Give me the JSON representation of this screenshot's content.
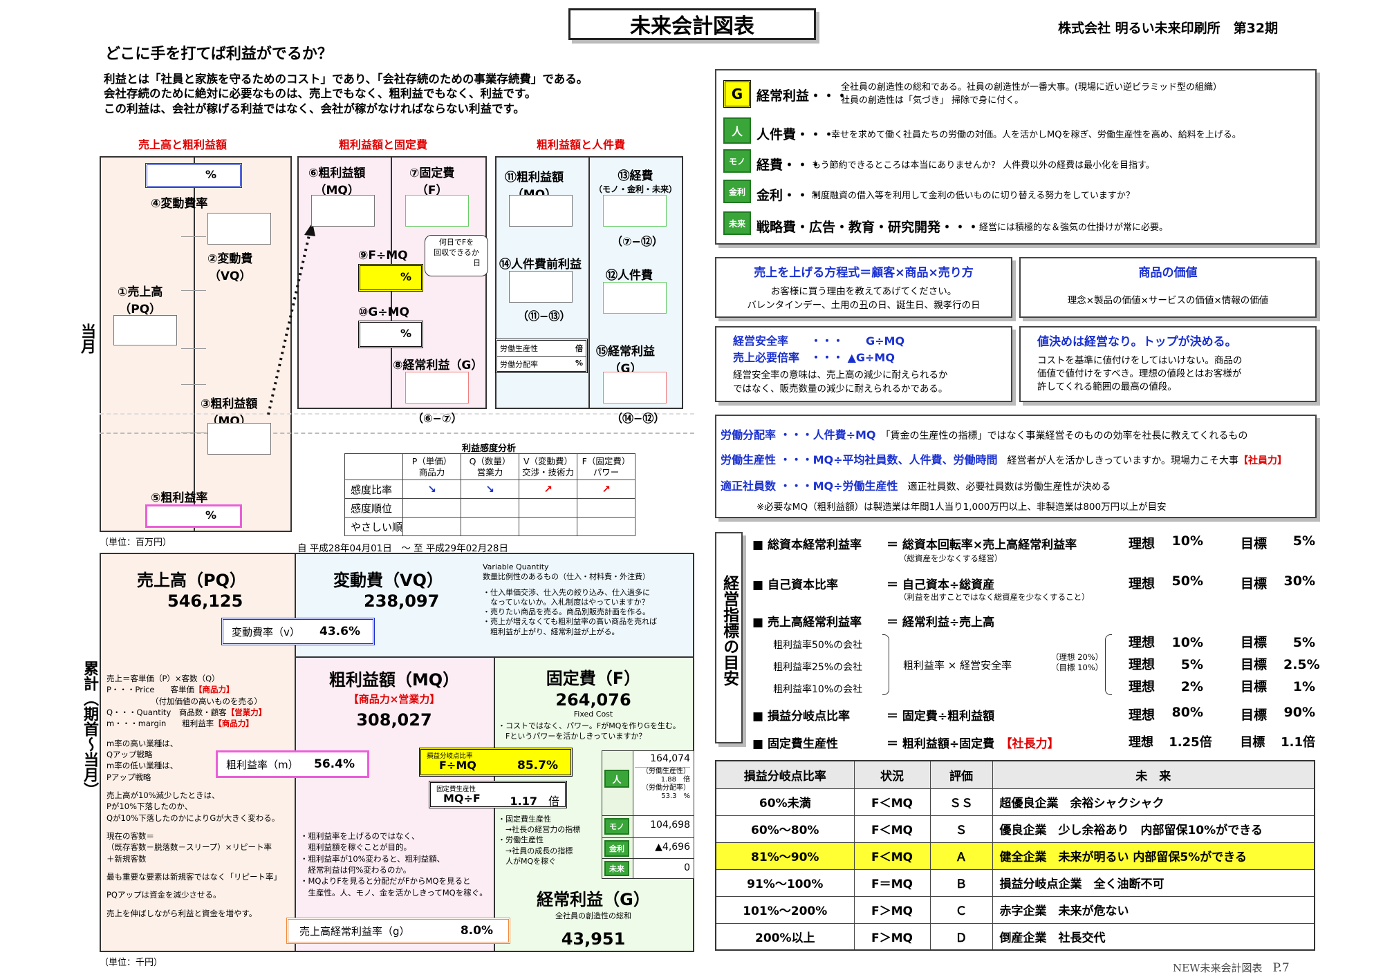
{
  "header": {
    "title": "未来会計図表",
    "company": "株式会社 明るい未来印刷所",
    "period": "第32期",
    "question": "どこに手を打てば利益がでるか？",
    "intro": [
      "利益とは「社員と家族を守るためのコスト」であり、「会社存続のための事業存続費」である。",
      "会社存続のために絶対に必要なものは、売上でもなく、粗利益でもなく、利益です。",
      "この利益は、会社が稼げる利益ではなく、会社が稼がなければならない利益です。"
    ]
  },
  "top": {
    "sec1": "売上高と粗利益額",
    "sec2": "粗利益額と固定費",
    "sec3": "粗利益額と人件費",
    "month": "当月",
    "pct": "%",
    "l4": "④変動費率",
    "l2a": "②変動費",
    "l2b": "（VQ）",
    "l1a": "①売上高",
    "l1b": "（PQ）",
    "l3a": "③粗利益額",
    "l3b": "（MQ）",
    "l5": "⑤粗利益率",
    "l6a": "⑥粗利益額",
    "l6b": "（MQ）",
    "l7a": "⑦固定費",
    "l7b": "（F）",
    "l9": "⑨F÷MQ",
    "l10": "⑩G÷MQ",
    "l8": "⑧経常利益（G）",
    "l67": "（⑥−⑦）",
    "bubble": [
      "何日でFを",
      "回収できるか",
      "日"
    ],
    "l11a": "⑪粗利益額",
    "l11b": "（MQ）",
    "l13a": "⑬経費",
    "l13b": "（モノ・金利・未来）",
    "l712": "（⑦−⑫）",
    "l14": "⑭人件費前利益",
    "l1113": "（⑪−⑬）",
    "l12": "⑫人件費",
    "lp": "労働生産性",
    "lpu": "倍",
    "ld": "労働分配率",
    "ldu": "%",
    "l15a": "⑮経常利益",
    "l15b": "（G）",
    "l1412": "（⑭−⑫）",
    "sens_title": "利益感度分析",
    "sens_cols": [
      [
        "P（単価）",
        "商品力"
      ],
      [
        "Q（数量）",
        "営業力"
      ],
      [
        "V（変動費）",
        "交渉・技術力"
      ],
      [
        "F（固定費）",
        "パワー"
      ]
    ],
    "sens_rows": [
      "感度比率",
      "感度順位",
      "やさしい順"
    ],
    "unit": "（単位：百万円）",
    "date": "自 平成28年04月01日　～ 至 平成29年02月28日"
  },
  "bottom": {
    "pq_label": "売上高（PQ）",
    "pq": "546,125",
    "vq_label": "変動費（VQ）",
    "vq": "238,097",
    "vq_note": [
      "Variable Quantity",
      "数量比例性のあるもの（仕入・材料費・外注費）",
      "",
      "・仕入単価交渉、仕入先の絞り込み、仕入過多に",
      "　なっていないか。入札制度はやっていますか？",
      "・売りたい商品を売る。商品別販売計画を作る。",
      "・売上が増えなくても粗利益率の高い商品を売れば",
      "　粗利益が上がり、経常利益が上がる。"
    ],
    "vr_label": "変動費率（v）",
    "vr": "43.6%",
    "cum": "累計（期首〜当月）",
    "left_notes_a": [
      "売上＝客単価（P）×客数（Q）",
      "P・・・Price　　客単価"
    ],
    "tag_shohin": "【商品力】",
    "tag_eigyo": "【営業力】",
    "left_note_paren": "（付加価値の高いものを売る）",
    "left_note_q": "Q・・・Quantity　商品数・顧客",
    "left_note_m": "m・・・margin　　粗利益率",
    "left_notes_b": [
      "m率の高い業種は、",
      "Qアップ戦略",
      "m率の低い業種は、",
      "Pアップ戦略"
    ],
    "left_notes_c": [
      "売上高が10%減少したときは、",
      "Pが10%下落したのか、",
      "Qが10%下落したのかによりGが大きく変わる。"
    ],
    "left_notes_d": [
      "現在の客数＝",
      "（既存客数－脱落数－スリープ）×リピート率",
      "＋新規客数"
    ],
    "left_notes_e": "最も重要な要素は新規客ではなく「リピート率」",
    "left_notes_f": "PQアップは資金を減少させる。",
    "left_notes_g": "売上を伸ばしながら利益と資金を増やす。",
    "mq_label": "粗利益額（MQ）",
    "mq_tag": "【商品力×営業力】",
    "mq": "308,027",
    "gr_label": "粗利益率（m）",
    "gr": "56.4%",
    "mq_notes": [
      "・粗利益率を上げるのではなく、",
      "　粗利益額を稼ぐことが目的。",
      "・粗利益率が10%変わると、粗利益額、",
      "　経常利益は何%変わるのか。",
      "・MQよりFを見ると分配だがFからMQを見ると",
      "　生産性。人、モノ、金を活かしきってMQを稼ぐ。"
    ],
    "gs_label": "売上高経常利益率（g）",
    "gs": "8.0%",
    "f_label": "固定費（F）",
    "f": "264,076",
    "f_sub": "Fixed Cost",
    "f_notes": [
      "・コストではなく、パワー。FがMQを作りGを生む。",
      "　Fというパワーを活かしきっていますか？"
    ],
    "bep_small": "損益分岐点比率",
    "bep_label": "F÷MQ",
    "bep": "85.7%",
    "fp_small": "固定費生産性",
    "fp_label": "MQ÷F",
    "fp": "1.17",
    "fp_unit": "倍",
    "f_notes2": [
      "・固定費生産性",
      "　→社長の経営力の指標",
      "・労働生産性",
      "　→社員の成長の指標",
      "　人がMQを稼ぐ"
    ],
    "icon_hito": "人",
    "icon_mono": "モノ",
    "icon_kinri": "金利",
    "icon_mirai": "未来",
    "hito": "164,074",
    "lp_label": "（労働生産性）",
    "lp": "1.88",
    "lp_unit": "倍",
    "ld_label": "（労働分配率）",
    "ld": "53.3",
    "ld_unit": "%",
    "mono": "104,698",
    "kinri": "▲4,696",
    "mirai": "0",
    "g_label": "経常利益（G）",
    "g_sub": "全社員の創造性の総和",
    "g": "43,951",
    "unit": "（単位：千円）"
  },
  "right": {
    "g_icon": "G",
    "g_label": "経常利益・・・",
    "g_desc": [
      "全社員の創造性の総和である。社員の創造性が一番大事。(現場に近い逆ピラミッド型の組織）",
      "社員の創造性は「気づき」 掃除で身に付く。"
    ],
    "p_icon": "人",
    "p_label": "人件費・・・",
    "p_desc": "幸せを求めて働く社員たちの労働の対価。人を活かしMQを稼ぎ、労働生産性を高め、給料を上げる。",
    "m_icon": "モノ",
    "m_label": "経費・・・",
    "m_desc": "もう節約できるところは本当にありませんか？ 人件費以外の経費は最小化を目指す。",
    "k_icon": "金利",
    "k_label": "金利・・・",
    "k_desc": "制度融資の借入等を利用して金利の低いものに切り替える努力をしていますか？",
    "f_icon": "未来",
    "f_label": "戦略費・広告・教育・研究開発・・・",
    "f_desc": "経営には積極的な＆強気の仕掛けが常に必要。",
    "eq_title": "売上を上げる方程式＝顧客×商品×売り方",
    "eq_desc": [
      "お客様に買う理由を教えてあげてください。",
      "バレンタインデー、土用の丑の日、誕生日、親孝行の日"
    ],
    "val_title": "商品の価値",
    "val_desc": "理念×製品の価値×サービスの価値×情報の価値",
    "safe1": "経営安全率　　・・・　　G÷MQ",
    "safe2": "売上必要倍率　・・・ ▲G÷MQ",
    "safe_desc": [
      "経営安全率の意味は、売上高の減少に耐えられるか",
      "ではなく、販売数量の減少に耐えられるかである。"
    ],
    "price_title": "値決めは経営なり。トップが決める。",
    "price_desc": [
      "コストを基準に値付けをしてはいけない。商品の",
      "価値で値付けをすべき。理想の値段とはお客様が",
      "許してくれる範囲の最高の値段。"
    ],
    "ld_line": "労働分配率 ・・・人件費÷MQ",
    "ld_desc": "「賃金の生産性の指標」ではなく事業経営そのものの効率を社長に教えてくれるもの",
    "lp_line": "労働生産性 ・・・MQ÷平均社員数、人件費、労働時間",
    "lp_desc": "経営者が人を活かしきっていますか。現場力こそ大事",
    "lp_tag": "【社員力】",
    "tk_line": "適正社員数 ・・・MQ÷労働生産性",
    "tk_desc": "適正社員数、必要社員数は労働生産性が決める",
    "tk_note": "※必要なMQ（粗利益額）は製造業は年間1人当り1,000万円以上、非製造業は800万円以上が目安",
    "indicators_title": "経営指標の目安",
    "ind1": "■ 総資本経常利益率",
    "ind1f": "＝ 総資本回転率×売上高経常利益率",
    "ind1n": "（総資産を少なくする経営）",
    "ind1r": "10%",
    "ind1t": "5%",
    "ind2": "■ 自己資本比率",
    "ind2f": "＝ 自己資本÷総資産",
    "ind2n": "（利益を出すことではなく総資産を少なくすること）",
    "ind2r": "50%",
    "ind2t": "30%",
    "ind3": "■ 売上高経常利益率",
    "ind3f": "＝ 経常利益÷売上高",
    "ind3a": "粗利益率50%の会社",
    "ind3b": "粗利益率25%の会社",
    "ind3c": "粗利益率10%の会社",
    "ind3m": "粗利益率 × 経営安全率",
    "ind3i": "（理想 20%）",
    "ind3j": "（目標 10%）",
    "ind3ar": "10%",
    "ind3at": "5%",
    "ind3br": "5%",
    "ind3bt": "2.5%",
    "ind3cr": "2%",
    "ind3ct": "1%",
    "ind4": "■ 損益分岐点比率",
    "ind4f": "＝ 固定費÷粗利益額",
    "ind4r": "80%",
    "ind4t": "90%",
    "ind5": "■ 固定費生産性",
    "ind5f": "＝ 粗利益額÷固定費",
    "ind5tag": "【社長力】",
    "ind5r": "1.25倍",
    "ind5t": "1.1倍",
    "ideal": "理想",
    "target": "目標",
    "bep_table": {
      "headers": [
        "損益分岐点比率",
        "状況",
        "評価",
        "未　来"
      ],
      "rows": [
        [
          "60%未満",
          "F＜MQ",
          "ＳＳ",
          "超優良企業　余裕シャクシャク"
        ],
        [
          "60%〜80%",
          "F＜MQ",
          "Ｓ",
          "優良企業　少し余裕あり　内部留保10%ができる"
        ],
        [
          "81%〜90%",
          "F＜MQ",
          "Ａ",
          "健全企業　未来が明るい 内部留保5%ができる"
        ],
        [
          "91%〜100%",
          "F＝MQ",
          "Ｂ",
          "損益分岐点企業　全く油断不可"
        ],
        [
          "101%〜200%",
          "F＞MQ",
          "Ｃ",
          "赤字企業　未来が危ない"
        ],
        [
          "200%以上",
          "F＞MQ",
          "Ｄ",
          "倒産企業　社長交代"
        ]
      ]
    }
  },
  "footer": {
    "doc": "NEW未来会計図表",
    "page": "P.7"
  },
  "colors": {
    "highlight": "#ffff00",
    "pink": "#ea5fd8",
    "blue": "#1a30d0",
    "green": "#3aa63a",
    "red": "#e00000",
    "peach": "#fdf0e8",
    "lightpink": "#fcecf4",
    "lightblue": "#eef7fc",
    "lightgreen": "#eefbe8"
  }
}
